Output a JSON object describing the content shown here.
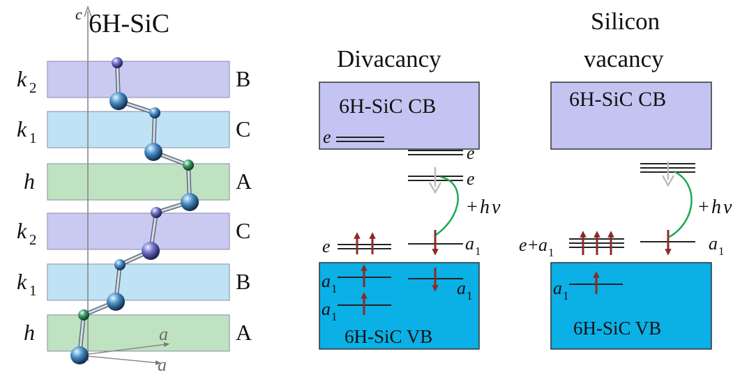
{
  "crystal": {
    "title": "6H-SiC",
    "c_axis": "c",
    "a_axis_1": "a",
    "a_axis_2": "a",
    "layers": [
      {
        "site": "k",
        "sub": "2",
        "stack": "B",
        "color": "#c9c9f2"
      },
      {
        "site": "k",
        "sub": "1",
        "stack": "C",
        "color": "#bfe3f5"
      },
      {
        "site": "h",
        "sub": "",
        "stack": "A",
        "color": "#bfe3c1"
      },
      {
        "site": "k",
        "sub": "2",
        "stack": "C",
        "color": "#c9c9f2"
      },
      {
        "site": "k",
        "sub": "1",
        "stack": "B",
        "color": "#bfe3f5"
      },
      {
        "site": "h",
        "sub": "",
        "stack": "A",
        "color": "#bfe3c1"
      }
    ]
  },
  "divacancy": {
    "title": "Divacancy",
    "cb_label": "6H-SiC CB",
    "vb_label": "6H-SiC VB",
    "e": "e",
    "a": "a",
    "one": "1",
    "hv_plus": "+",
    "hv_h": "h",
    "hv_nu": "ν"
  },
  "silicon_vacancy": {
    "title_line1": "Silicon",
    "title_line2": "vacancy",
    "cb_label": "6H-SiC CB",
    "vb_label": "6H-SiC VB",
    "e_plus": "e",
    "plus": "+",
    "a": "a",
    "one": "1",
    "hv_plus": "+",
    "hv_h": "h",
    "hv_nu": "ν"
  },
  "colors": {
    "cb_fill": "#c4c4f2",
    "vb_fill": "#0ab0e6",
    "arrow_red": "#8b2a2a",
    "transition_green": "#1aaa55"
  }
}
